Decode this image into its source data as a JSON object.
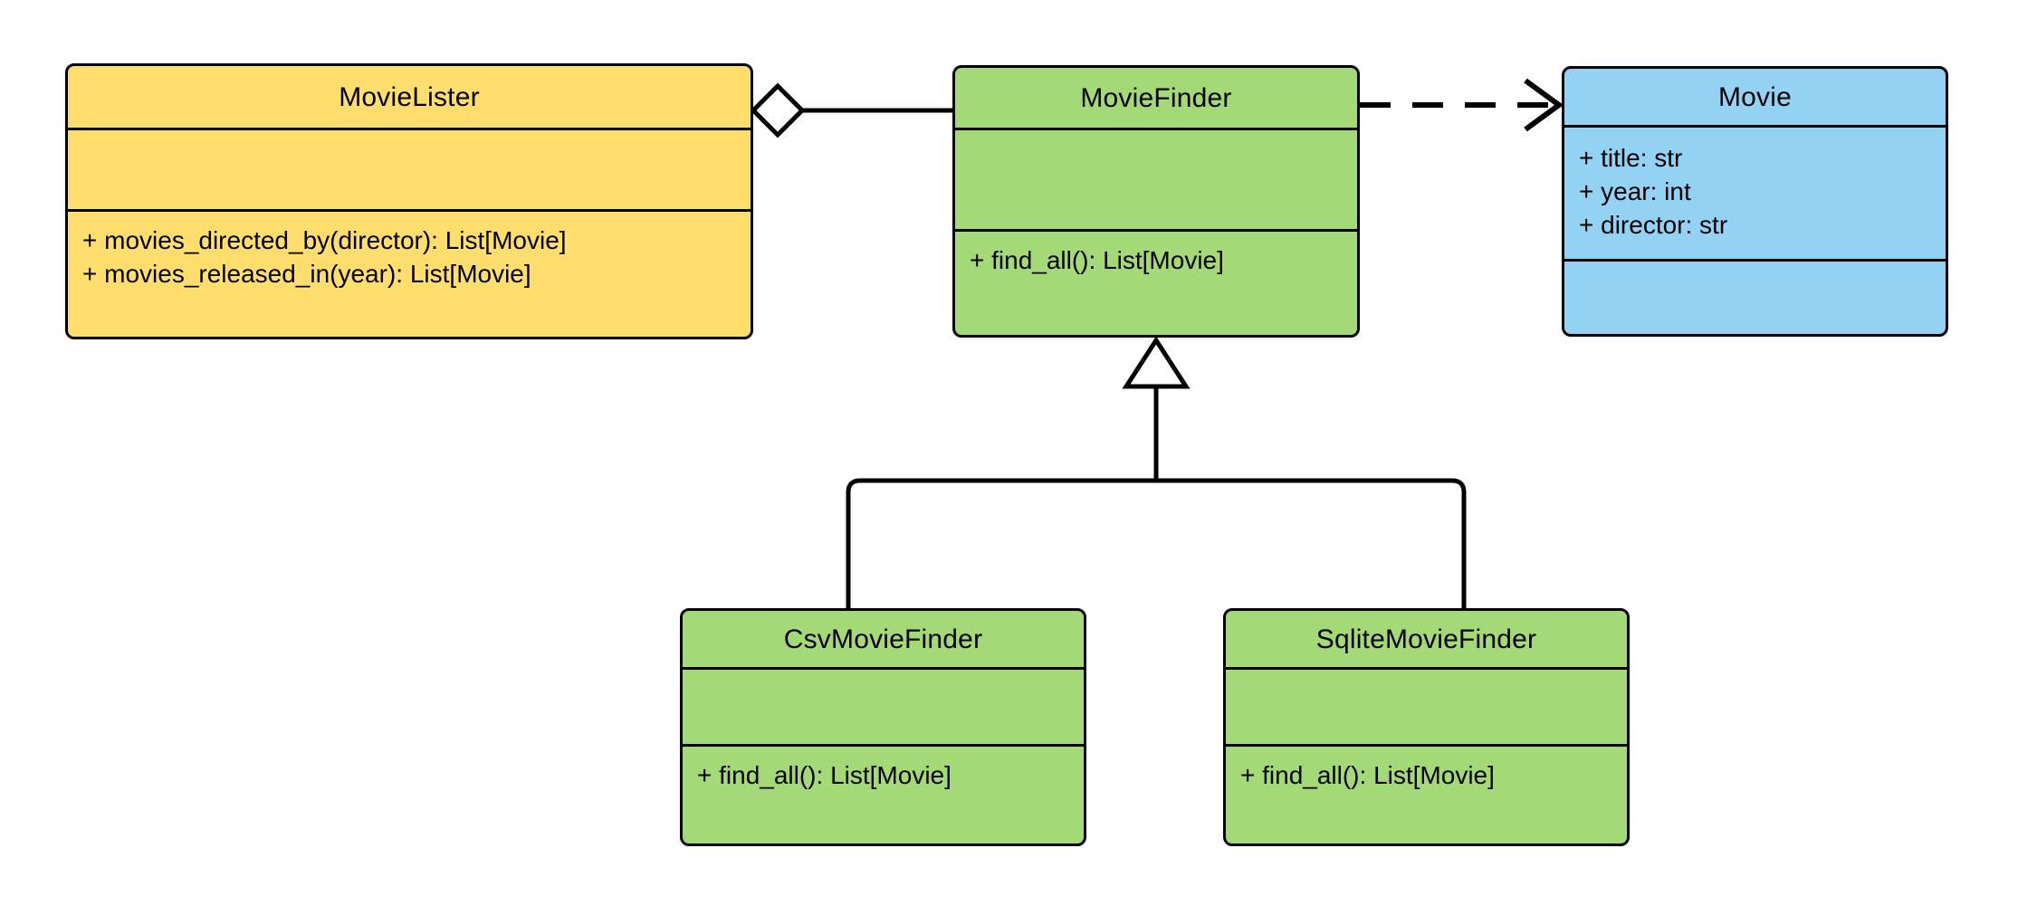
{
  "diagram": {
    "kind": "uml-class-diagram",
    "background_color": "#ffffff",
    "line_color": "#000000",
    "classes": [
      {
        "id": "movie-lister",
        "name": "MovieLister",
        "fill_color": "#FFDE6E",
        "attributes": [],
        "methods": [
          "+ movies_directed_by(director): List[Movie]",
          "+ movies_released_in(year): List[Movie]"
        ]
      },
      {
        "id": "movie-finder",
        "name": "MovieFinder",
        "fill_color": "#A3D977",
        "attributes": [],
        "methods": [
          "+ find_all(): List[Movie]"
        ]
      },
      {
        "id": "movie",
        "name": "Movie",
        "fill_color": "#94D2F4",
        "attributes": [
          "+ title: str",
          "+ year: int",
          "+ director: str"
        ],
        "methods": []
      },
      {
        "id": "csv-movie-finder",
        "name": "CsvMovieFinder",
        "fill_color": "#A3D977",
        "attributes": [],
        "methods": [
          "+ find_all(): List[Movie]"
        ]
      },
      {
        "id": "sqlite-movie-finder",
        "name": "SqliteMovieFinder",
        "fill_color": "#A3D977",
        "attributes": [],
        "methods": [
          "+ find_all(): List[Movie]"
        ]
      }
    ],
    "relationships": [
      {
        "id": "lister-aggregates-finder",
        "type": "aggregation",
        "marker": "hollow-diamond",
        "line_style": "solid",
        "source": "MovieLister",
        "target": "MovieFinder"
      },
      {
        "id": "finder-depends-movie",
        "type": "dependency",
        "marker": "open-arrow",
        "line_style": "dashed",
        "source": "MovieFinder",
        "target": "Movie"
      },
      {
        "id": "csv-inherits-finder",
        "type": "generalization",
        "marker": "hollow-triangle",
        "line_style": "solid",
        "source": "CsvMovieFinder",
        "target": "MovieFinder"
      },
      {
        "id": "sqlite-inherits-finder",
        "type": "generalization",
        "marker": "hollow-triangle",
        "line_style": "solid",
        "source": "SqliteMovieFinder",
        "target": "MovieFinder"
      }
    ]
  }
}
